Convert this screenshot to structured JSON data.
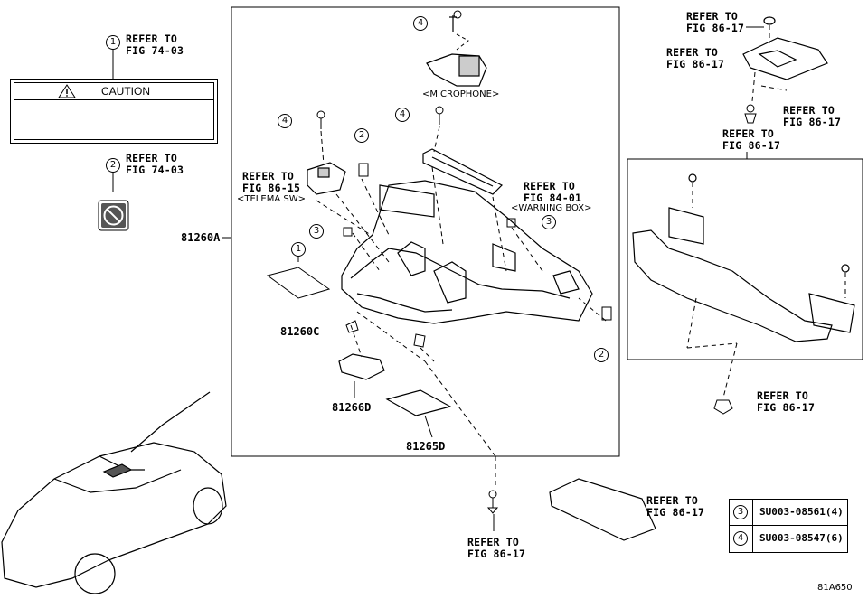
{
  "caution_label": "CAUTION",
  "refs": {
    "r_label1": "REFER TO\nFIG 74-03",
    "r_label2": "REFER TO\nFIG 74-03",
    "r_telema": "REFER TO\nFIG 86-15",
    "r_telema_note": "<TELEMA SW>",
    "r_warning": "REFER TO\nFIG 84-01",
    "r_warning_note": "<WARNING BOX>",
    "r_mic_note": "<MICROPHONE>",
    "r_top1": "REFER TO\nFIG 86-17",
    "r_top2": "REFER TO\nFIG 86-17",
    "r_top3": "REFER TO\nFIG 86-17",
    "r_top4": "REFER TO\nFIG 86-17",
    "r_clip": "REFER TO\nFIG 86-17",
    "r_cover": "REFER TO\nFIG 86-17",
    "r_bottom": "REFER TO\nFIG 86-17"
  },
  "parts": {
    "p81260A": "81260A",
    "p81260C": "81260C",
    "p81266D": "81266D",
    "p81265D": "81265D"
  },
  "callouts": {
    "c1": "1",
    "c2": "2",
    "c3": "3",
    "c4": "4"
  },
  "legend": [
    {
      "num": "3",
      "code": "SU003-08561(4)"
    },
    {
      "num": "4",
      "code": "SU003-08547(6)"
    }
  ],
  "figure_id": "81A650"
}
